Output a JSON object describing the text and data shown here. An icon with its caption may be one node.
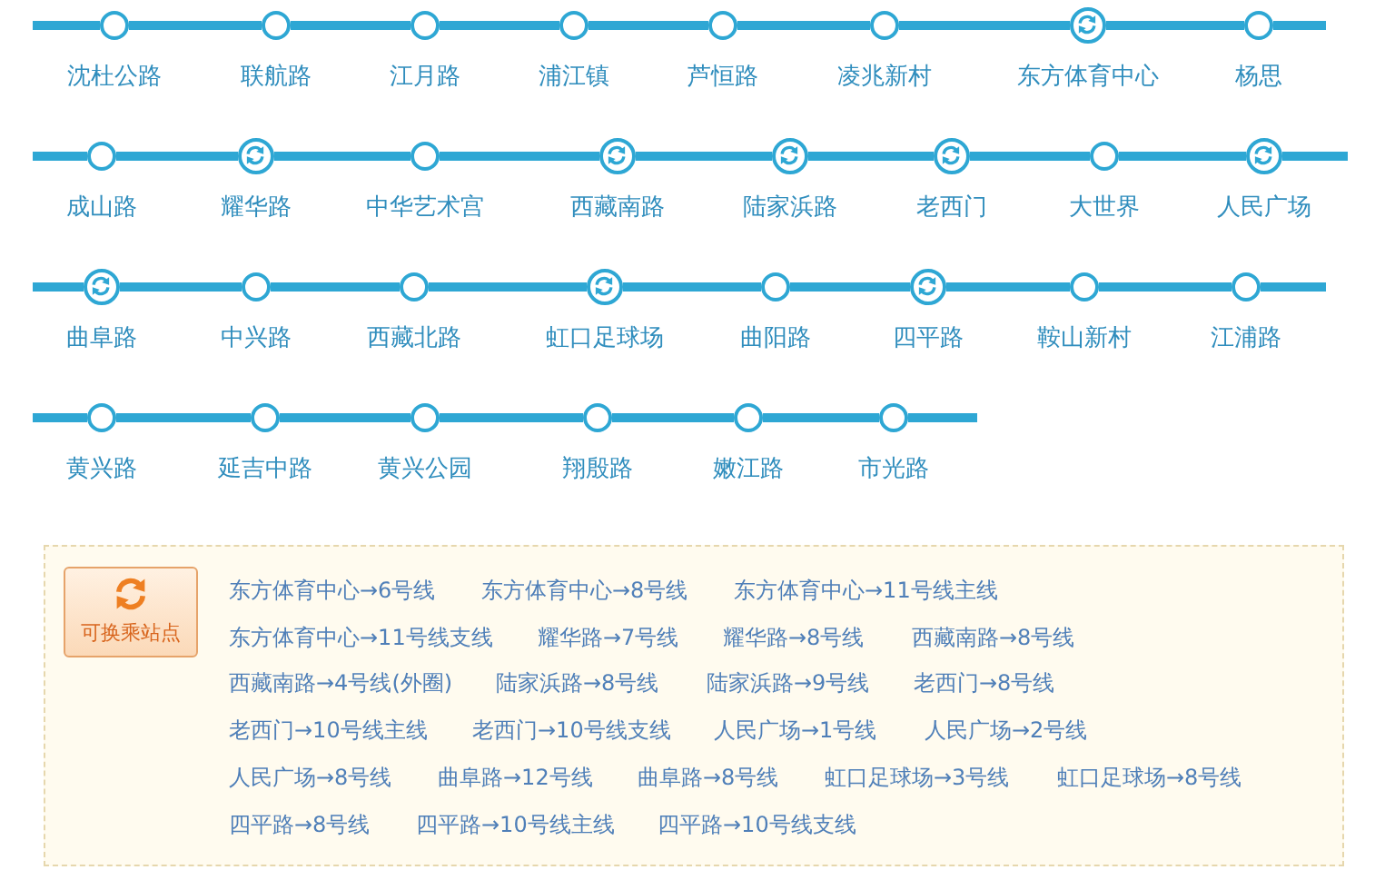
{
  "diagram": {
    "nodes": [
      {
        "text": [],
        "shape": "circle",
        "beside": [
          "沈杜公路"
        ]
      },
      {
        "text": [],
        "shape": "circle",
        "beside": [
          "联航路"
        ]
      },
      {
        "text": [],
        "shape": "circle",
        "beside": [
          "江月路"
        ]
      },
      {
        "text": [],
        "shape": "circle",
        "beside": [
          "浦江镇"
        ]
      },
      {
        "text": [],
        "shape": "circle",
        "beside": [
          "芦恒路"
        ]
      },
      {
        "text": [],
        "shape": "circle",
        "beside": [
          "凌兆新村"
        ]
      },
      {
        "text": [],
        "shape": "circle",
        "beside": [
          "东方体育中心"
        ]
      },
      {
        "text": [],
        "shape": "circle",
        "beside": [
          "杨思"
        ]
      },
      {
        "text": [],
        "shape": "circle",
        "beside": [
          "成山路"
        ]
      },
      {
        "text": [],
        "shape": "circle",
        "beside": [
          "耀华路"
        ]
      },
      {
        "text": [],
        "shape": "circle",
        "beside": [
          "中华艺术宫"
        ]
      },
      {
        "text": [],
        "shape": "circle",
        "beside": [
          "西藏南路"
        ]
      },
      {
        "text": [],
        "shape": "circle",
        "beside": [
          "陆家浜路"
        ]
      },
      {
        "text": [],
        "shape": "circle",
        "beside": [
          "老西门"
        ]
      },
      {
        "text": [],
        "shape": "circle",
        "beside": [
          "大世界"
        ]
      },
      {
        "text": [],
        "shape": "circle",
        "beside": [
          "人民广场"
        ]
      },
      {
        "text": [],
        "shape": "circle",
        "beside": [
          "曲阜路"
        ]
      },
      {
        "text": [],
        "shape": "circle",
        "beside": [
          "中兴路"
        ]
      },
      {
        "text": [],
        "shape": "circle",
        "beside": [
          "西藏北路"
        ]
      },
      {
        "text": [],
        "shape": "circle",
        "beside": [
          "虹口足球场"
        ]
      },
      {
        "text": [],
        "shape": "circle",
        "beside": [
          "曲阳路"
        ]
      },
      {
        "text": [],
        "shape": "circle",
        "beside": [
          "四平路"
        ]
      },
      {
        "text": [],
        "shape": "circle",
        "beside": [
          "鞍山新村"
        ]
      },
      {
        "text": [],
        "shape": "circle",
        "beside": [
          "江浦路"
        ]
      },
      {
        "text": [],
        "shape": "circle",
        "beside": [
          "黄兴路"
        ]
      },
      {
        "text": [],
        "shape": "circle",
        "beside": [
          "延吉中路"
        ]
      },
      {
        "text": [],
        "shape": "circle",
        "beside": [
          "黄兴公园"
        ]
      },
      {
        "text": [],
        "shape": "circle",
        "beside": [
          "翔殷路"
        ]
      },
      {
        "text": [],
        "shape": "circle",
        "beside": [
          "嫩江路"
        ]
      },
      {
        "text": [],
        "shape": "circle",
        "beside": [
          "市光路"
        ]
      }
    ],
    "edges": [
      {
        "from": 0,
        "to": 1,
        "arrow": "none"
      },
      {
        "from": 1,
        "to": 2,
        "arrow": "none"
      },
      {
        "from": 2,
        "to": 3,
        "arrow": "none"
      },
      {
        "from": 3,
        "to": 4,
        "arrow": "none"
      },
      {
        "from": 4,
        "to": 5,
        "arrow": "none"
      },
      {
        "from": 5,
        "to": 6,
        "arrow": "none"
      },
      {
        "from": 6,
        "to": 7,
        "arrow": "none"
      },
      {
        "from": 8,
        "to": 9,
        "arrow": "none"
      },
      {
        "from": 9,
        "to": 10,
        "arrow": "none"
      },
      {
        "from": 10,
        "to": 11,
        "arrow": "none"
      },
      {
        "from": 11,
        "to": 12,
        "arrow": "none"
      },
      {
        "from": 12,
        "to": 13,
        "arrow": "none"
      },
      {
        "from": 13,
        "to": 14,
        "arrow": "none"
      },
      {
        "from": 14,
        "to": 15,
        "arrow": "none"
      },
      {
        "from": 16,
        "to": 17,
        "arrow": "none"
      },
      {
        "from": 17,
        "to": 18,
        "arrow": "none"
      },
      {
        "from": 18,
        "to": 19,
        "arrow": "none"
      },
      {
        "from": 19,
        "to": 20,
        "arrow": "none"
      },
      {
        "from": 20,
        "to": 21,
        "arrow": "none"
      },
      {
        "from": 21,
        "to": 22,
        "arrow": "none"
      },
      {
        "from": 22,
        "to": 23,
        "arrow": "none"
      },
      {
        "from": 24,
        "to": 25,
        "arrow": "none"
      },
      {
        "from": 25,
        "to": 26,
        "arrow": "none"
      },
      {
        "from": 26,
        "to": 27,
        "arrow": "none"
      },
      {
        "from": 27,
        "to": 28,
        "arrow": "none"
      },
      {
        "from": 28,
        "to": 29,
        "arrow": "none"
      }
    ],
    "labels": [
      "东方体育中心→6号线",
      "东方体育中心→8号线",
      "东方体育中心→11号线主线",
      "东方体育中心→11号线支线",
      "耀华路→7号线",
      "耀华路→8号线",
      "西藏南路→8号线",
      "西藏南路→4号线(外圈)",
      "陆家浜路→8号线",
      "陆家浜路→9号线",
      "老西门→8号线",
      "老西门→10号线主线",
      "老西门→10号线支线",
      "人民广场→1号线",
      "人民广场→2号线",
      "人民广场→8号线",
      "曲阜路→12号线",
      "曲阜路→8号线",
      "虹口足球场→3号线",
      "虹口足球场→8号线",
      "四平路→8号线",
      "四平路→10号线主线",
      "四平路→10号线支线"
    ],
    "legend": [
      {
        "text": "可换乘站点"
      }
    ]
  }
}
